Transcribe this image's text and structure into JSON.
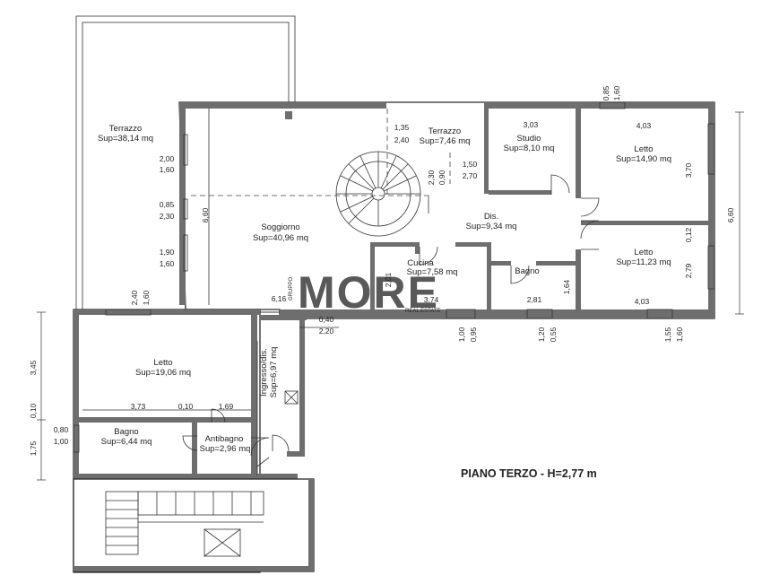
{
  "title": "PIANO TERZO - H=2,77 m",
  "watermark": {
    "brand": "MORE",
    "sub": "REAL ESTATE",
    "group": "GRUPPO"
  },
  "rooms": [
    {
      "id": "terrazzo-1",
      "name": "Terrazzo",
      "area": "Sup=38,14 mq"
    },
    {
      "id": "terrazzo-2",
      "name": "Terrazzo",
      "area": "Sup=7,46 mq"
    },
    {
      "id": "studio",
      "name": "Studio",
      "area": "Sup=8,10 mq"
    },
    {
      "id": "letto-1",
      "name": "Letto",
      "area": "Sup=14,90 mq"
    },
    {
      "id": "soggiorno",
      "name": "Soggiorno",
      "area": "Sup=40,96 mq"
    },
    {
      "id": "dis",
      "name": "Dis.",
      "area": "Sup=9,34 mq"
    },
    {
      "id": "letto-2",
      "name": "Letto",
      "area": "Sup=11,23 mq"
    },
    {
      "id": "cucina",
      "name": "Cucina",
      "area": "Sup=7,58 mq"
    },
    {
      "id": "bagno-1",
      "name": "Bagno",
      "area": ""
    },
    {
      "id": "letto-3",
      "name": "Letto",
      "area": "Sup=19,06 mq"
    },
    {
      "id": "ingresso",
      "name": "Ingresso/dis.",
      "area": "Sup=6,97 mq"
    },
    {
      "id": "bagno-2",
      "name": "Bagno",
      "area": "Sup=6,44 mq"
    },
    {
      "id": "antibagno",
      "name": "Antibagno",
      "area": "Sup=2,96 mq"
    }
  ],
  "dims": [
    "1,35",
    "2,40",
    "3,03",
    "4,03",
    "0,85",
    "1,60",
    "2,00",
    "1,60",
    "0,85",
    "2,30",
    "1,90",
    "1,60",
    "6,60",
    "1,50",
    "2,70",
    "0,90",
    "2,30",
    "3,70",
    "6,60",
    "0,12",
    "2,79",
    "2,01",
    "1,64",
    "3,74",
    "2,81",
    "4,03",
    "6,16",
    "2,40",
    "1,60",
    "0,40",
    "2,20",
    "1,00",
    "0,95",
    "1,20",
    "0,55",
    "1,55",
    "1,60",
    "3,45",
    "0,10",
    "1,75",
    "0,80",
    "1,00",
    "3,73",
    "0,10",
    "1,69"
  ]
}
